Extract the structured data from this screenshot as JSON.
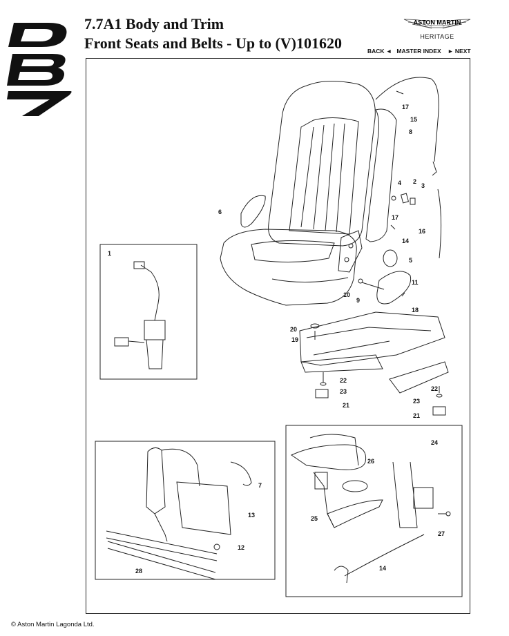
{
  "header": {
    "title_line1": "7.7A1  Body and Trim",
    "title_line2": "Front Seats and Belts - Up to (V)101620",
    "brand_name": "ASTON MARTIN",
    "brand_sub": "HERITAGE"
  },
  "nav": {
    "back": "BACK ◄",
    "master_index": "MASTER INDEX",
    "next": "► NEXT"
  },
  "footer": {
    "copyright": "© Aston Martin Lagonda Ltd."
  },
  "callouts": [
    "1",
    "2",
    "3",
    "4",
    "5",
    "6",
    "7",
    "8",
    "9",
    "10",
    "11",
    "12",
    "13",
    "14",
    "15",
    "16",
    "17",
    "17",
    "18",
    "19",
    "20",
    "21",
    "21",
    "22",
    "22",
    "23",
    "23",
    "24",
    "25",
    "26",
    "27",
    "28",
    "14"
  ],
  "icons": {
    "logo": "db7-logo-icon",
    "brand": "aston-martin-wings-icon"
  }
}
